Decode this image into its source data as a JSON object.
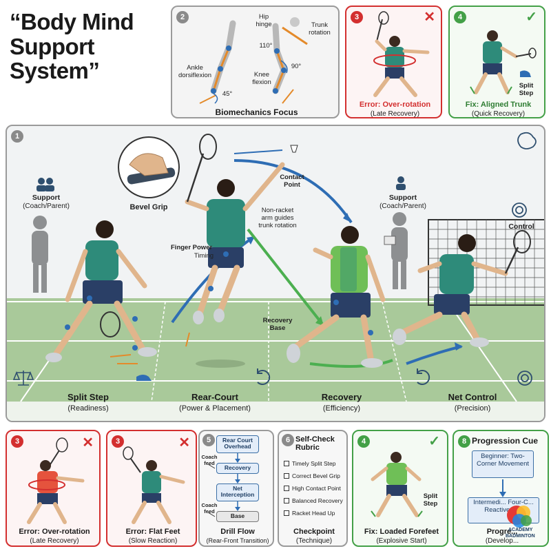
{
  "title": "“Body Mind Support System”",
  "top_panels": {
    "biomech": {
      "number": "2",
      "caption": "Biomechanics Focus",
      "labels": {
        "hip": "Hip hinge",
        "trunk": "Trunk rotation",
        "ankle": "Ankle dorsiflexion",
        "knee": "Knee flexion",
        "angle_hip": "110°",
        "angle_knee": "90°",
        "angle_ankle": "45°"
      }
    },
    "error_top": {
      "number": "3",
      "caption": "Error: Over-rotation",
      "sub": "(Late Recovery)",
      "mark": "✕"
    },
    "fix_top": {
      "number": "4",
      "caption": "Fix: Aligned Trunk",
      "sub": "(Quick Recovery)",
      "mark": "✓",
      "label": "Split Step"
    }
  },
  "main_panel": {
    "number": "1",
    "labels": {
      "bevel_grip": "Bevel Grip",
      "contact_point": "Contact Point",
      "support_left": "Support",
      "support_left_sub": "(Coach/Parent)",
      "support_right": "Support",
      "support_right_sub": "(Coach/Parent)",
      "non_racket": "Non-racket arm guides trunk rotation",
      "finger_power": "Finger Power",
      "timing": "Timing",
      "recovery_base": "Recovery Base",
      "control": "Control"
    },
    "stages": [
      {
        "name": "Split Step",
        "sub": "(Readiness)"
      },
      {
        "name": "Rear-Court",
        "sub": "(Power & Placement)"
      },
      {
        "name": "Recovery",
        "sub": "(Efficiency)"
      },
      {
        "name": "Net Control",
        "sub": "(Precision)"
      }
    ]
  },
  "bottom_panels": {
    "error_a": {
      "number": "3",
      "caption": "Error: Over-rotation",
      "sub": "(Late Recovery)",
      "mark": "✕"
    },
    "error_b": {
      "number": "3",
      "caption": "Error: Flat Feet",
      "sub": "(Slow Reaction)",
      "mark": "✕"
    },
    "drill": {
      "number": "5",
      "caption": "Drill Flow",
      "sub": "(Rear-Front Transition)",
      "boxes": [
        "Rear Court Overhead",
        "Recovery",
        "Net Interception",
        "Base"
      ],
      "coach_feed_1": "Coach feed",
      "coach_feed_2": "Coach feed"
    },
    "checkpoint": {
      "number": "6",
      "heading": "Self-Check Rubric",
      "items": [
        "Timely Split Step",
        "Correct Bevel Grip",
        "High Contact Point",
        "Balanced Recovery",
        "Racket Head Up"
      ],
      "caption": "Checkpoint",
      "sub": "(Technique)"
    },
    "fix_b": {
      "number": "4",
      "caption": "Fix: Loaded Forefeet",
      "sub": "(Explosive Start)",
      "mark": "✓",
      "label": "Split Step"
    },
    "progression": {
      "number": "8",
      "heading": "Progression Cue",
      "beginner": "Beginner: Two-Corner Movement",
      "intermediate": "Intermedi... Four-C... Reactive M...",
      "caption": "Progre...",
      "sub": "(Develop..."
    }
  },
  "logo": {
    "line1": "ACADEMY",
    "line2": "BADMINTON"
  },
  "colors": {
    "red": "#d32f2f",
    "green": "#43a047",
    "grey": "#8a8a8a",
    "blue": "#2e6db4",
    "court": "#a9c99a",
    "shirt": "#2e8b7a"
  }
}
